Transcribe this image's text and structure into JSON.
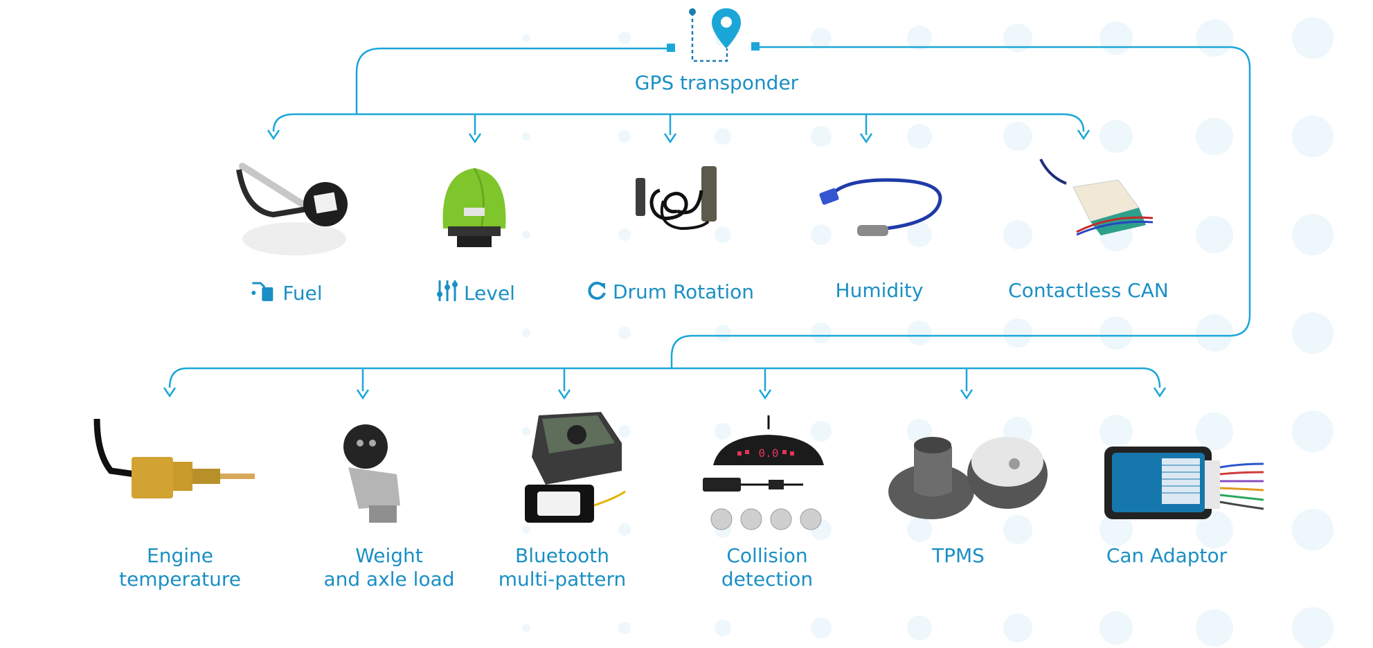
{
  "hub": {
    "label": "GPS transponder",
    "icon": "map-pin-icon"
  },
  "colors": {
    "line": "#1ba6d8",
    "text": "#1a8fc4",
    "dots": "#e8f4fa"
  },
  "top_row": [
    {
      "id": "fuel",
      "label": "Fuel",
      "icon": "fuel-nozzle-icon"
    },
    {
      "id": "level",
      "label": "Level",
      "icon": "level-sliders-icon"
    },
    {
      "id": "drum-rotation",
      "label": "Drum Rotation",
      "icon": "rotation-icon"
    },
    {
      "id": "humidity",
      "label": "Humidity"
    },
    {
      "id": "contactless-can",
      "label": "Contactless CAN"
    }
  ],
  "bottom_row": [
    {
      "id": "engine-temperature",
      "line1": "Engine",
      "line2": "temperature"
    },
    {
      "id": "weight",
      "line1": "Weight",
      "line2": "and axle load"
    },
    {
      "id": "bluetooth",
      "line1": "Bluetooth",
      "line2": "multi-pattern"
    },
    {
      "id": "collision",
      "line1": "Collision",
      "line2": "detection"
    },
    {
      "id": "tpms",
      "line1": "TPMS",
      "line2": ""
    },
    {
      "id": "can-adaptor",
      "line1": "Can Adaptor",
      "line2": ""
    }
  ]
}
